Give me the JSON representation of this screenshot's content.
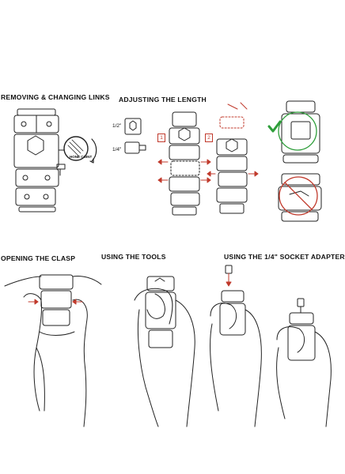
{
  "sections": {
    "removing": {
      "title": "REMOVING & CHANGING LINKS",
      "coin_text": "HONE COINT"
    },
    "adjusting": {
      "title": "ADJUSTING THE LENGTH",
      "size_half": "1/2\"",
      "size_quarter": "1/4\"",
      "step1": "1",
      "step2": "2"
    },
    "clasp": {
      "title": "OPENING THE CLASP"
    },
    "tools": {
      "title": "USING THE TOOLS"
    },
    "socket": {
      "title": "USING THE 1/4\" SOCKET ADAPTER"
    }
  },
  "colors": {
    "ink": "#222222",
    "accent_red": "#c0392b",
    "accent_green": "#2e9e3a"
  }
}
